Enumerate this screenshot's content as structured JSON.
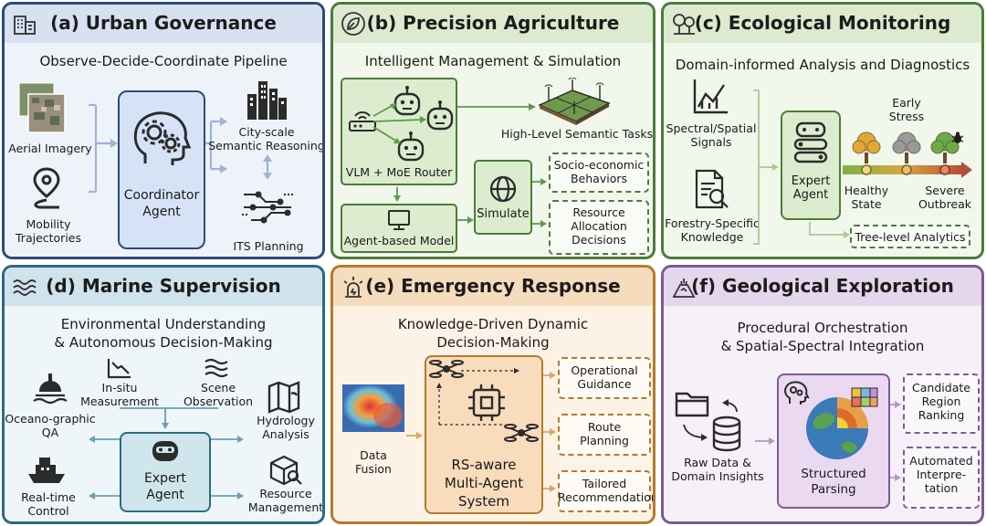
{
  "panels": {
    "a": {
      "title": "(a) Urban Governance",
      "subtitle": "Observe-Decide-Coordinate Pipeline",
      "inputs": [
        "Aerial Imagery",
        "Mobility\nTrajectories"
      ],
      "center": "Coordinator\nAgent",
      "outputs": [
        "City-scale\nSemantic Reasoning",
        "ITS Planning"
      ],
      "colors": {
        "border": "#2f4a78",
        "header": "#d7e1f1",
        "body": "#eef3fa",
        "center": "#d6e3f7",
        "arrow": "#9fb3d6"
      }
    },
    "b": {
      "title": "(b) Precision Agriculture",
      "subtitle": "Intelligent Management & Simulation",
      "router": "VLM + MoE Router",
      "task": "High-Level Semantic Tasks",
      "model": "Agent-based Model",
      "simulate": "Simulate",
      "outputs": [
        "Socio-economic\nBehaviors",
        "Resource\nAllocation\nDecisions"
      ],
      "colors": {
        "border": "#4c7c3a",
        "header": "#dcead0",
        "body": "#f1f7eb",
        "box": "#dcecce",
        "arrow": "#5e9a4a"
      }
    },
    "c": {
      "title": "(c) Ecological Monitoring",
      "subtitle": "Domain-informed Analysis and Diagnostics",
      "inputs": [
        "Spectral/Spatial\nSignals",
        "Forestry-Specific\nKnowledge"
      ],
      "center": "Expert\nAgent",
      "stages": [
        "Healthy\nState",
        "Early\nStress",
        "Severe\nOutbreak"
      ],
      "analytics": "Tree-level Analytics",
      "colors": {
        "border": "#4c7c3a",
        "header": "#dcead0",
        "body": "#f1f7eb",
        "box": "#dcecce",
        "arrow": "#a7c995"
      }
    },
    "d": {
      "title": "(d) Marine Supervision",
      "subtitle": "Environmental Understanding\n& Autonomous Decision-Making",
      "inputs": [
        "In-situ\nMeasurement",
        "Scene\nObservation"
      ],
      "left": [
        "Oceano-graphic\nQA",
        "Real-time\nControl"
      ],
      "right": [
        "Hydrology\nAnalysis",
        "Resource\nManagement"
      ],
      "center": "Expert\nAgent",
      "colors": {
        "border": "#2c6b82",
        "header": "#cfe3ec",
        "body": "#eef6fa",
        "center": "#cfe6ec",
        "arrow": "#6aa0b4"
      }
    },
    "e": {
      "title": "(e) Emergency Response",
      "subtitle": "Knowledge-Driven Dynamic\nDecision-Making",
      "input": "Data\nFusion",
      "center": "RS-aware\nMulti-Agent\nSystem",
      "outputs": [
        "Operational\nGuidance",
        "Route\nPlanning",
        "Tailored\nRecommendation"
      ],
      "colors": {
        "border": "#b57a2c",
        "header": "#f5dcbd",
        "body": "#fcf3e6",
        "center": "#f8dcbc",
        "arrow": "#d9a56a"
      }
    },
    "f": {
      "title": "(f) Geological Exploration",
      "subtitle": "Procedural Orchestration\n& Spatial-Spectral Integration",
      "input": "Raw Data &\nDomain Insights",
      "center": "Structured\nParsing",
      "outputs": [
        "Candidate\nRegion\nRanking",
        "Automated\nInterpre-\ntation"
      ],
      "colors": {
        "border": "#7e5a93",
        "header": "#e4d7ec",
        "body": "#f6f0f9",
        "center": "#ead9f1",
        "arrow": "#b795c8"
      }
    }
  }
}
